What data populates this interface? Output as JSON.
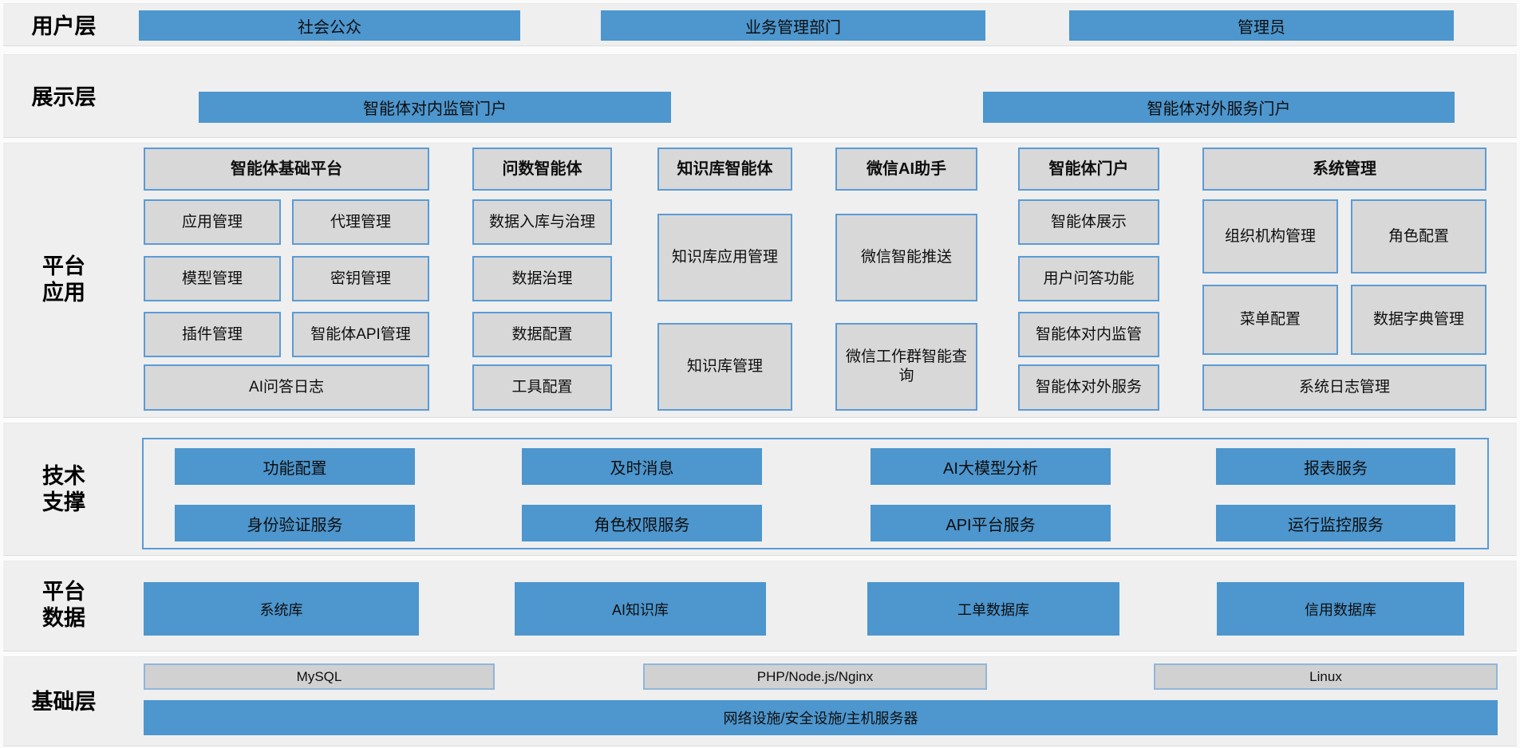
{
  "colors": {
    "accent_blue": "#4d96ce",
    "box_gray": "#d8d8d8",
    "box_border_blue": "#5b9bd5",
    "section_bg": "#efefef"
  },
  "layers": {
    "user": {
      "label": "用户层",
      "items": [
        "社会公众",
        "业务管理部门",
        "管理员"
      ]
    },
    "display": {
      "label": "展示层",
      "items": [
        "智能体对内监管门户",
        "智能体对外服务门户"
      ]
    },
    "platform_app": {
      "label_line1": "平台",
      "label_line2": "应用",
      "groups": [
        {
          "title": "智能体基础平台",
          "items": [
            "应用管理",
            "代理管理",
            "模型管理",
            "密钥管理",
            "插件管理",
            "智能体API管理",
            "AI问答日志"
          ]
        },
        {
          "title": "问数智能体",
          "items": [
            "数据入库与治理",
            "数据治理",
            "数据配置",
            "工具配置"
          ]
        },
        {
          "title": "知识库智能体",
          "items": [
            "知识库应用管理",
            "知识库管理"
          ]
        },
        {
          "title": "微信AI助手",
          "items": [
            "微信智能推送",
            "微信工作群智能查询"
          ]
        },
        {
          "title": "智能体门户",
          "items": [
            "智能体展示",
            "用户问答功能",
            "智能体对内监管",
            "智能体对外服务"
          ]
        },
        {
          "title": "系统管理",
          "items": [
            "组织机构管理",
            "角色配置",
            "菜单配置",
            "数据字典管理",
            "系统日志管理"
          ]
        }
      ]
    },
    "tech": {
      "label_line1": "技术",
      "label_line2": "支撑",
      "items": [
        "功能配置",
        "及时消息",
        "AI大模型分析",
        "报表服务",
        "身份验证服务",
        "角色权限服务",
        "API平台服务",
        "运行监控服务"
      ]
    },
    "data": {
      "label_line1": "平台",
      "label_line2": "数据",
      "items": [
        "系统库",
        "AI知识库",
        "工单数据库",
        "信用数据库"
      ]
    },
    "infra": {
      "label": "基础层",
      "items": [
        "MySQL",
        "PHP/Node.js/Nginx",
        "Linux"
      ],
      "full_bar": "网络设施/安全设施/主机服务器"
    }
  }
}
